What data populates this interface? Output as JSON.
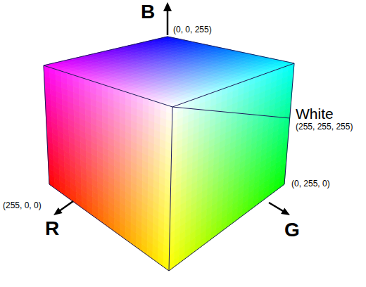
{
  "diagram": {
    "labels": [
      "B",
      "(0, 0, 255)",
      "White",
      "(255, 255, 255)",
      "(255, 0, 0)",
      "R",
      "(0, 255, 0)",
      "G"
    ]
  }
}
